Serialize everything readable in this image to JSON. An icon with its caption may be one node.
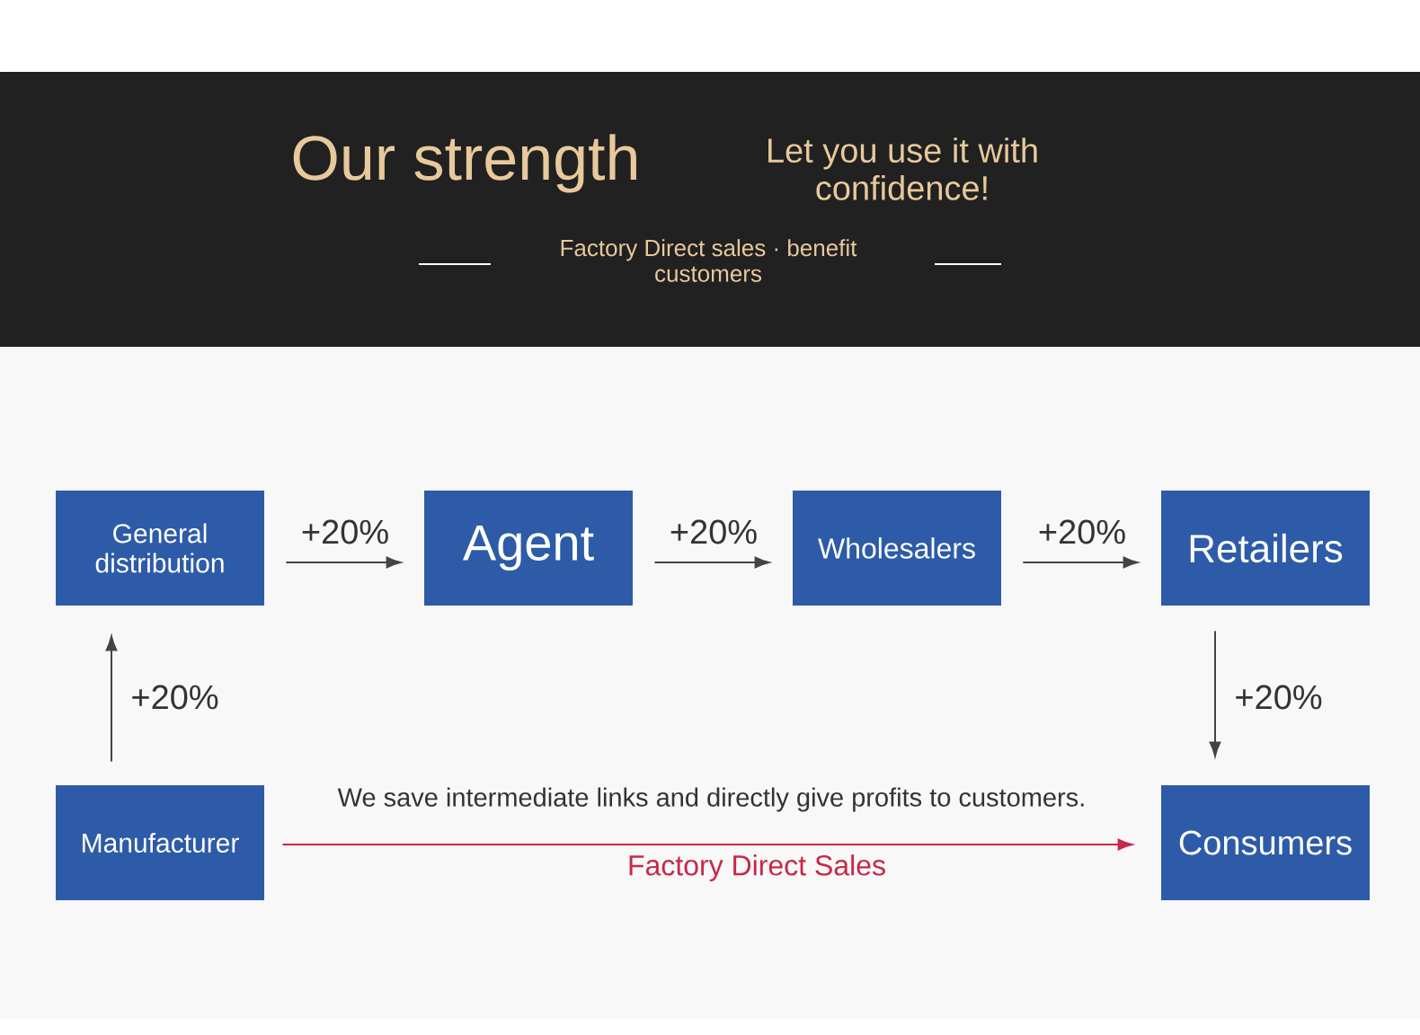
{
  "diagram": {
    "title": "Our strength",
    "nodes": [
      {
        "text": [
          "Manufacturer"
        ]
      },
      {
        "text": [
          "General distribution"
        ]
      },
      {
        "text": [
          "Agent"
        ]
      },
      {
        "text": [
          "Wholesalers"
        ]
      },
      {
        "text": [
          "Retailers"
        ]
      },
      {
        "text": [
          "Consumers"
        ]
      }
    ],
    "edges": [
      {
        "from": 0,
        "to": 1,
        "arrow": "to",
        "label": "+20%"
      },
      {
        "from": 1,
        "to": 2,
        "arrow": "to",
        "label": "+20%"
      },
      {
        "from": 2,
        "to": 3,
        "arrow": "to",
        "label": "+20%"
      },
      {
        "from": 3,
        "to": 4,
        "arrow": "to",
        "label": "+20%"
      },
      {
        "from": 4,
        "to": 5,
        "arrow": "to",
        "label": "+20%"
      },
      {
        "from": 0,
        "to": 5,
        "arrow": "to",
        "label": "Factory Direct Sales",
        "color": "#c8284a"
      }
    ],
    "labels": [
      "Let you use it with confidence!",
      "Factory Direct sales · benefit customers",
      "We save intermediate links and directly give profits to customers."
    ]
  }
}
